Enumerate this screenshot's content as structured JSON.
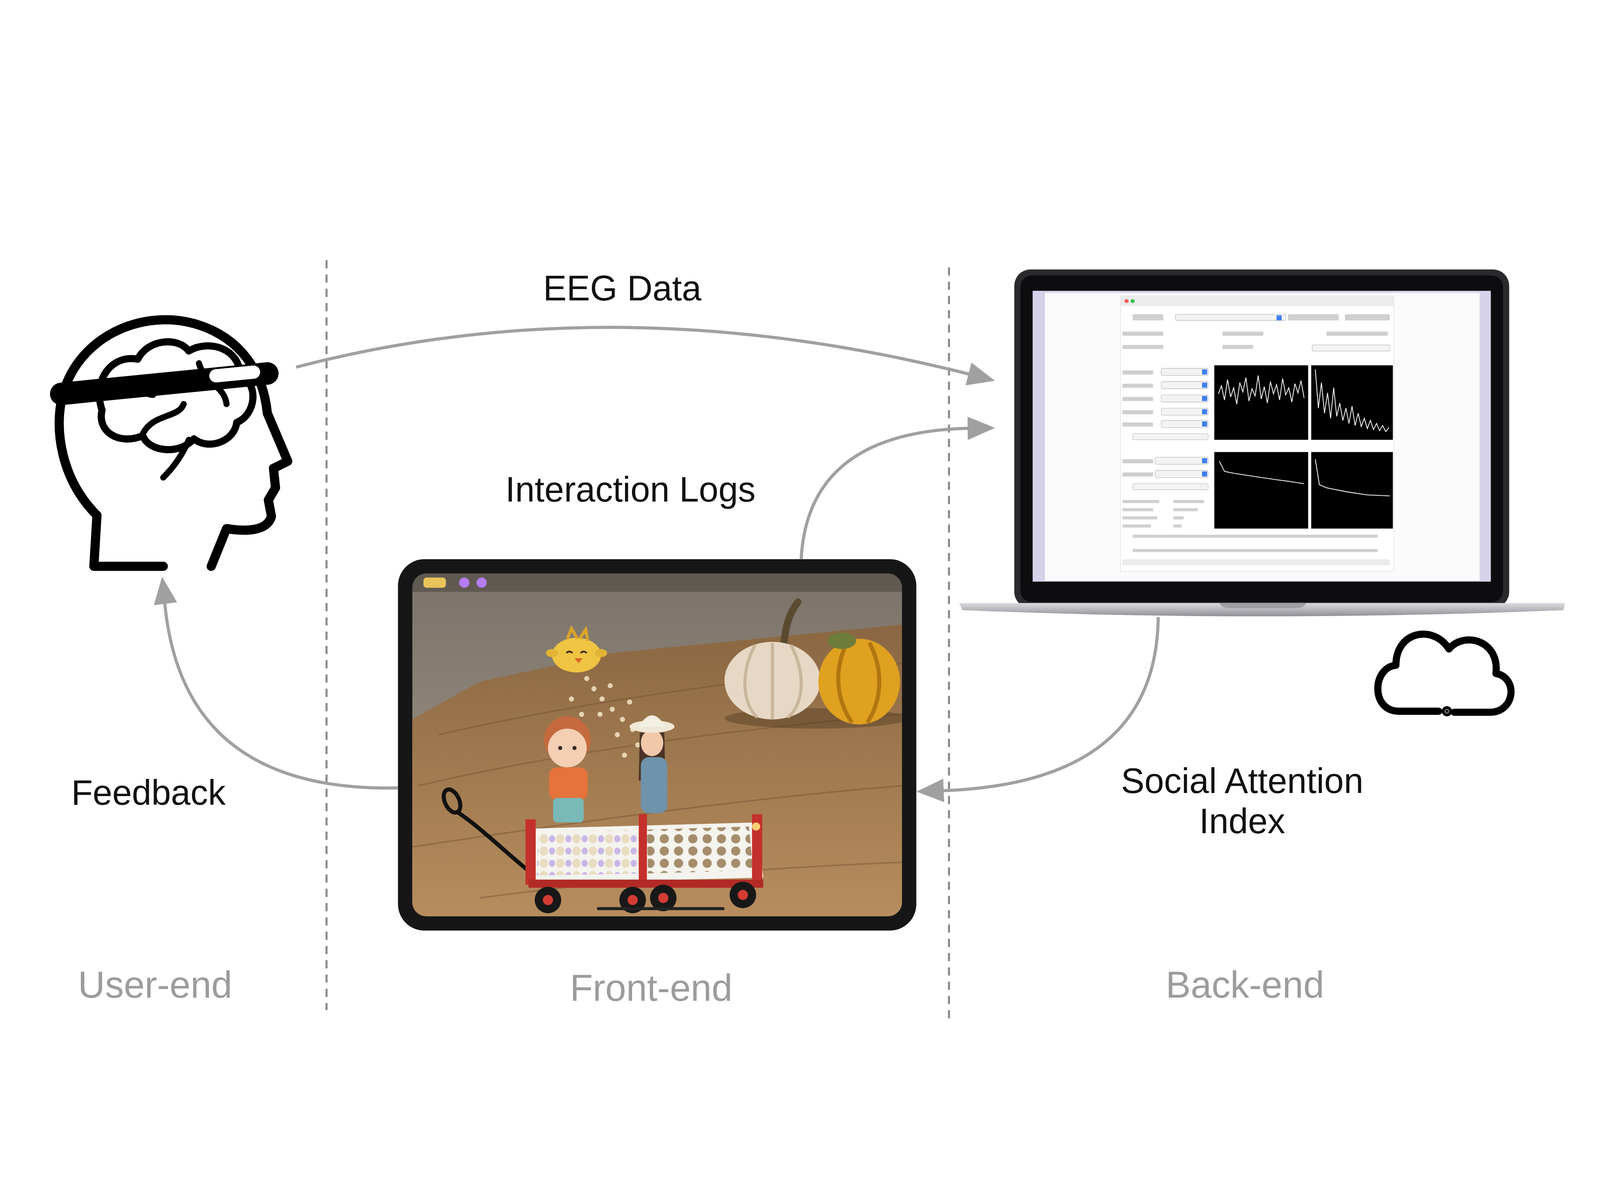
{
  "diagram": {
    "nodes": [
      {
        "text": [
          "User-end"
        ]
      },
      {
        "text": [
          "Front-end"
        ]
      },
      {
        "text": [
          "Back-end"
        ]
      }
    ],
    "edges": [
      {
        "from": 0,
        "to": 2,
        "label": "EEG Data",
        "arrow": "to"
      },
      {
        "from": 1,
        "to": 2,
        "label": "Interaction Logs",
        "arrow": "to"
      },
      {
        "from": 2,
        "to": 1,
        "label": "Social Attention Index",
        "arrow": "to"
      },
      {
        "from": 1,
        "to": 0,
        "label": "Feedback",
        "arrow": "to"
      }
    ]
  }
}
